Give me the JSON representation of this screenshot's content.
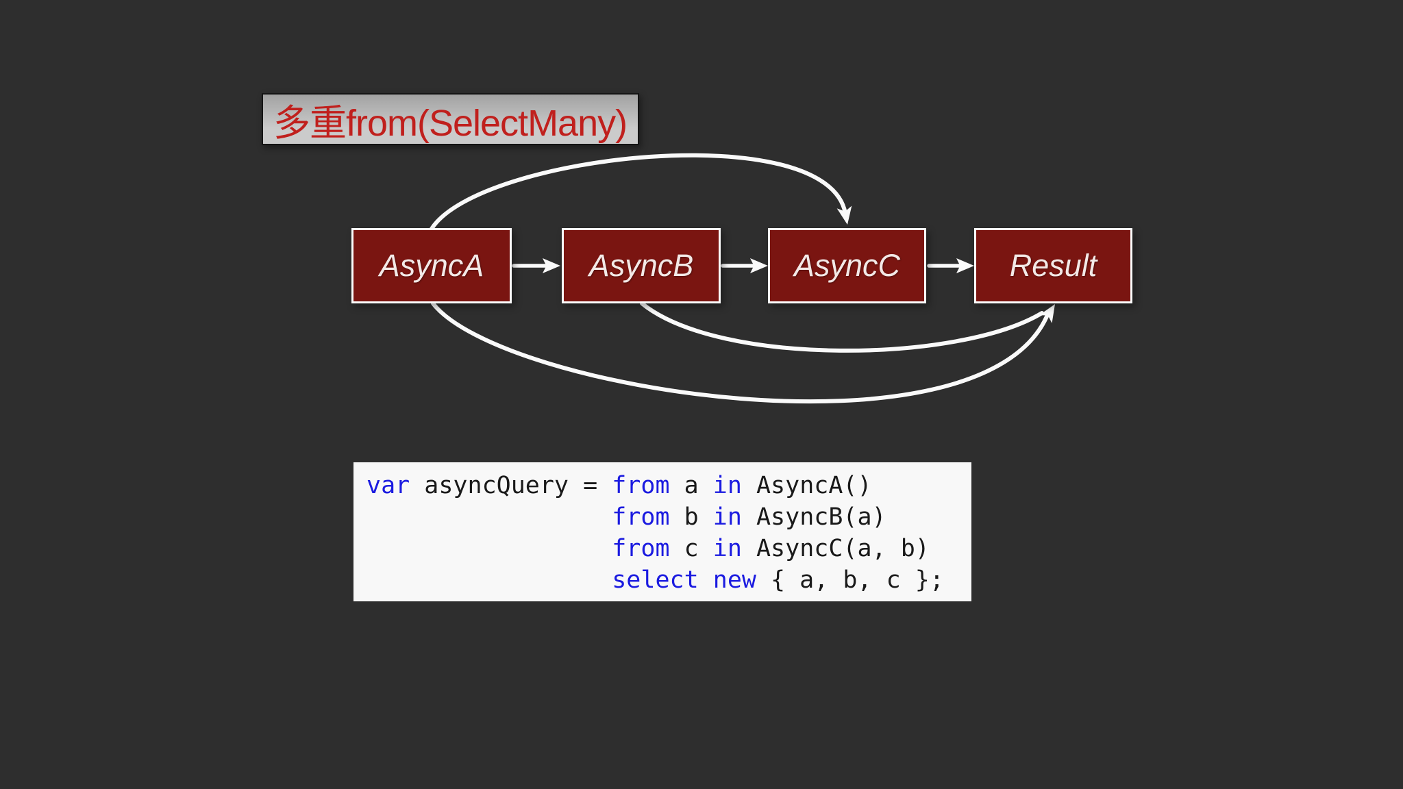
{
  "title": {
    "text": "多重from(SelectMany)"
  },
  "colors": {
    "background": "#2e2e2e",
    "node_fill": "#7a1511",
    "node_border": "#fbfbfb",
    "node_text": "#f3e9e7",
    "arrow": "#fafafa",
    "title_text": "#c0201d",
    "title_border": "#141414",
    "title_grad_top": "#a2a2a2",
    "title_grad_bottom": "#cbcbcb",
    "code_bg": "#f8f8f8",
    "code_text": "#1a1a1a",
    "code_keyword": "#1b1be0"
  },
  "diagram": {
    "nodes": [
      {
        "id": "AsyncA",
        "label": "AsyncA"
      },
      {
        "id": "AsyncB",
        "label": "AsyncB"
      },
      {
        "id": "AsyncC",
        "label": "AsyncC"
      },
      {
        "id": "Result",
        "label": "Result"
      }
    ],
    "edges": [
      {
        "from": "AsyncA",
        "to": "AsyncB",
        "style": "straight"
      },
      {
        "from": "AsyncB",
        "to": "AsyncC",
        "style": "straight"
      },
      {
        "from": "AsyncC",
        "to": "Result",
        "style": "straight"
      },
      {
        "from": "AsyncA",
        "to": "AsyncC",
        "style": "arc-top"
      },
      {
        "from": "AsyncB",
        "to": "Result",
        "style": "arc-bottom"
      },
      {
        "from": "AsyncA",
        "to": "Result",
        "style": "arc-bottom"
      }
    ]
  },
  "code": {
    "lines": [
      [
        {
          "t": "var",
          "k": true
        },
        {
          "t": " asyncQuery = ",
          "k": false
        },
        {
          "t": "from",
          "k": true
        },
        {
          "t": " a ",
          "k": false
        },
        {
          "t": "in",
          "k": true
        },
        {
          "t": " AsyncA()",
          "k": false
        }
      ],
      [
        {
          "t": "                 ",
          "k": false
        },
        {
          "t": "from",
          "k": true
        },
        {
          "t": " b ",
          "k": false
        },
        {
          "t": "in",
          "k": true
        },
        {
          "t": " AsyncB(a)",
          "k": false
        }
      ],
      [
        {
          "t": "                 ",
          "k": false
        },
        {
          "t": "from",
          "k": true
        },
        {
          "t": " c ",
          "k": false
        },
        {
          "t": "in",
          "k": true
        },
        {
          "t": " AsyncC(a, b)",
          "k": false
        }
      ],
      [
        {
          "t": "                 ",
          "k": false
        },
        {
          "t": "select",
          "k": true
        },
        {
          "t": " ",
          "k": false
        },
        {
          "t": "new",
          "k": true
        },
        {
          "t": " { a, b, c };",
          "k": false
        }
      ]
    ]
  }
}
